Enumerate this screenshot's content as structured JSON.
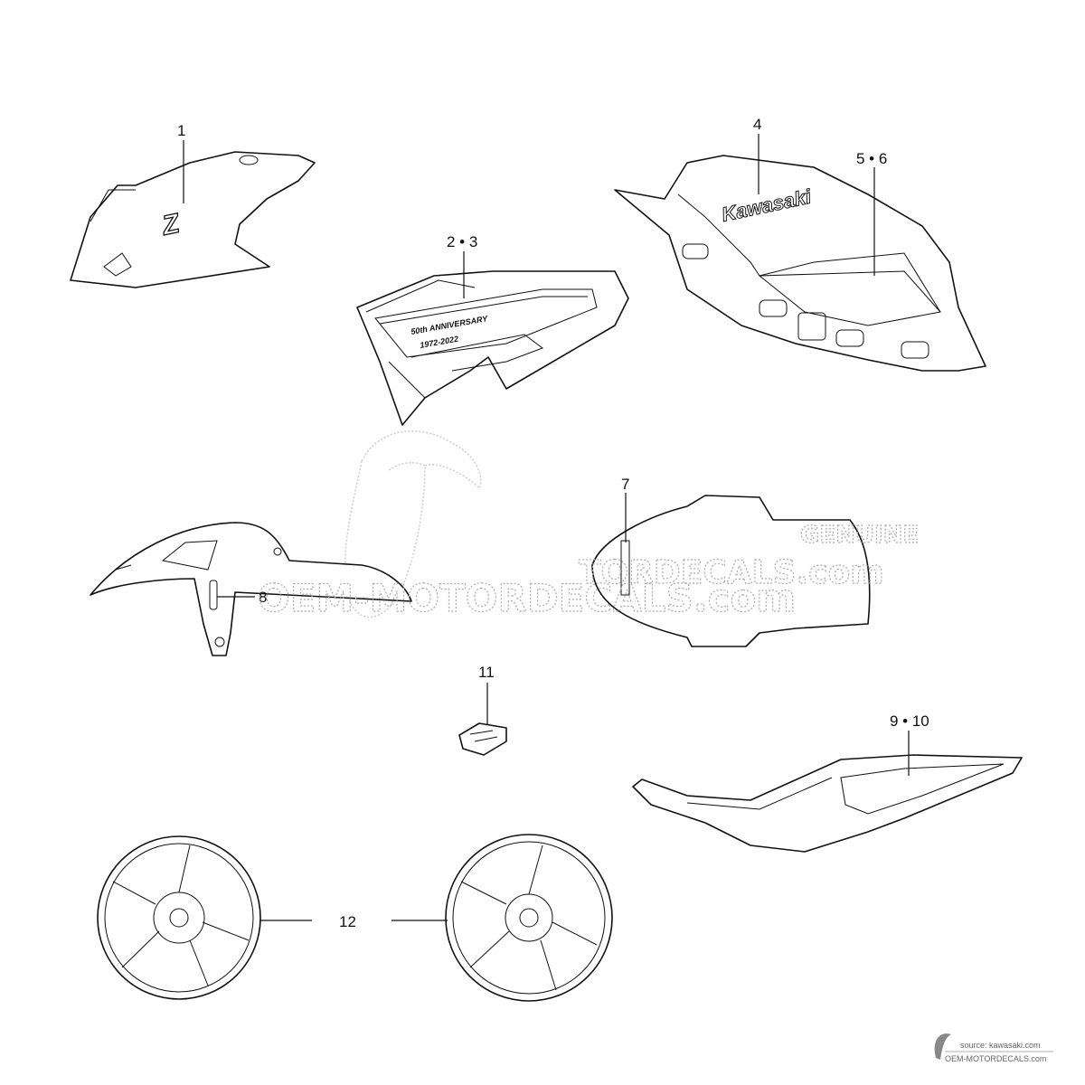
{
  "callouts": {
    "c1": "1",
    "c2_3": "2 • 3",
    "c4": "4",
    "c5_6": "5 • 6",
    "c7": "7",
    "c8": "8",
    "c9_10": "9 • 10",
    "c11": "11",
    "c12": "12"
  },
  "decals": {
    "z_logo": "Z",
    "anniversary": "50th ANNIVERSARY",
    "years": "1972-2022",
    "tank_brand": "Kawasaki"
  },
  "watermark": {
    "line1": "OEM-MOTORDECALS.com",
    "line2": "TORDECALS.com",
    "line3": "GENUINE"
  },
  "footer": {
    "source": "source: kawasaki.com",
    "site": "OEM-MOTORDECALS.com"
  }
}
